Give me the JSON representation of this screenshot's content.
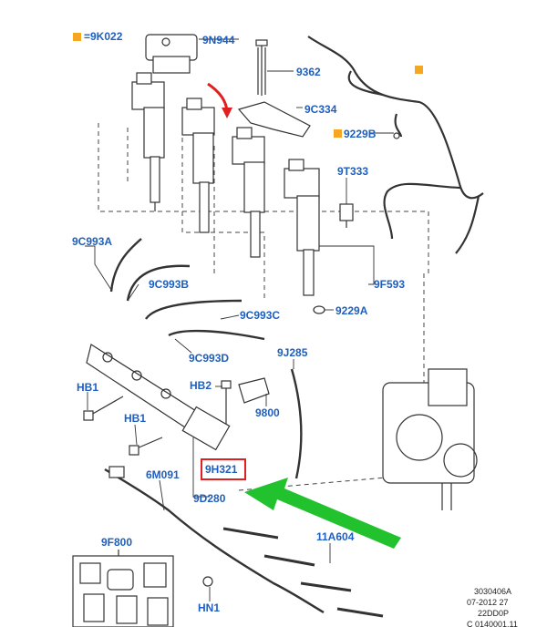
{
  "labels": {
    "l9k022": "=9K022",
    "l9n944": "9N944",
    "l9362": "9362",
    "l9c334": "9C334",
    "l9229b": "9229B",
    "l9t333": "9T333",
    "l9c993a": "9C993A",
    "l9c993b": "9C993B",
    "l9c993c": "9C993C",
    "l9c993d": "9C993D",
    "l9f593": "9F593",
    "l9229a": "9229A",
    "l9j285": "9J285",
    "lhb1a": "HB1",
    "lhb1b": "HB1",
    "lhb2": "HB2",
    "l9800": "9800",
    "l9h321": "9H321",
    "l9d280": "9D280",
    "l6m091": "6M091",
    "l11a604": "11A604",
    "l9f800": "9F800",
    "lhn1": "HN1"
  },
  "footer": {
    "line1": "3030406A",
    "line2": "07-2012 27",
    "line3": "22DD0P",
    "line4": "C 0140001.11"
  },
  "colors": {
    "label": "#1f5fbf",
    "marker": "#f5a623",
    "highlight": "#e02020",
    "arrow_green": "#22c22e",
    "arrow_red": "#e02020",
    "line": "#333333"
  }
}
